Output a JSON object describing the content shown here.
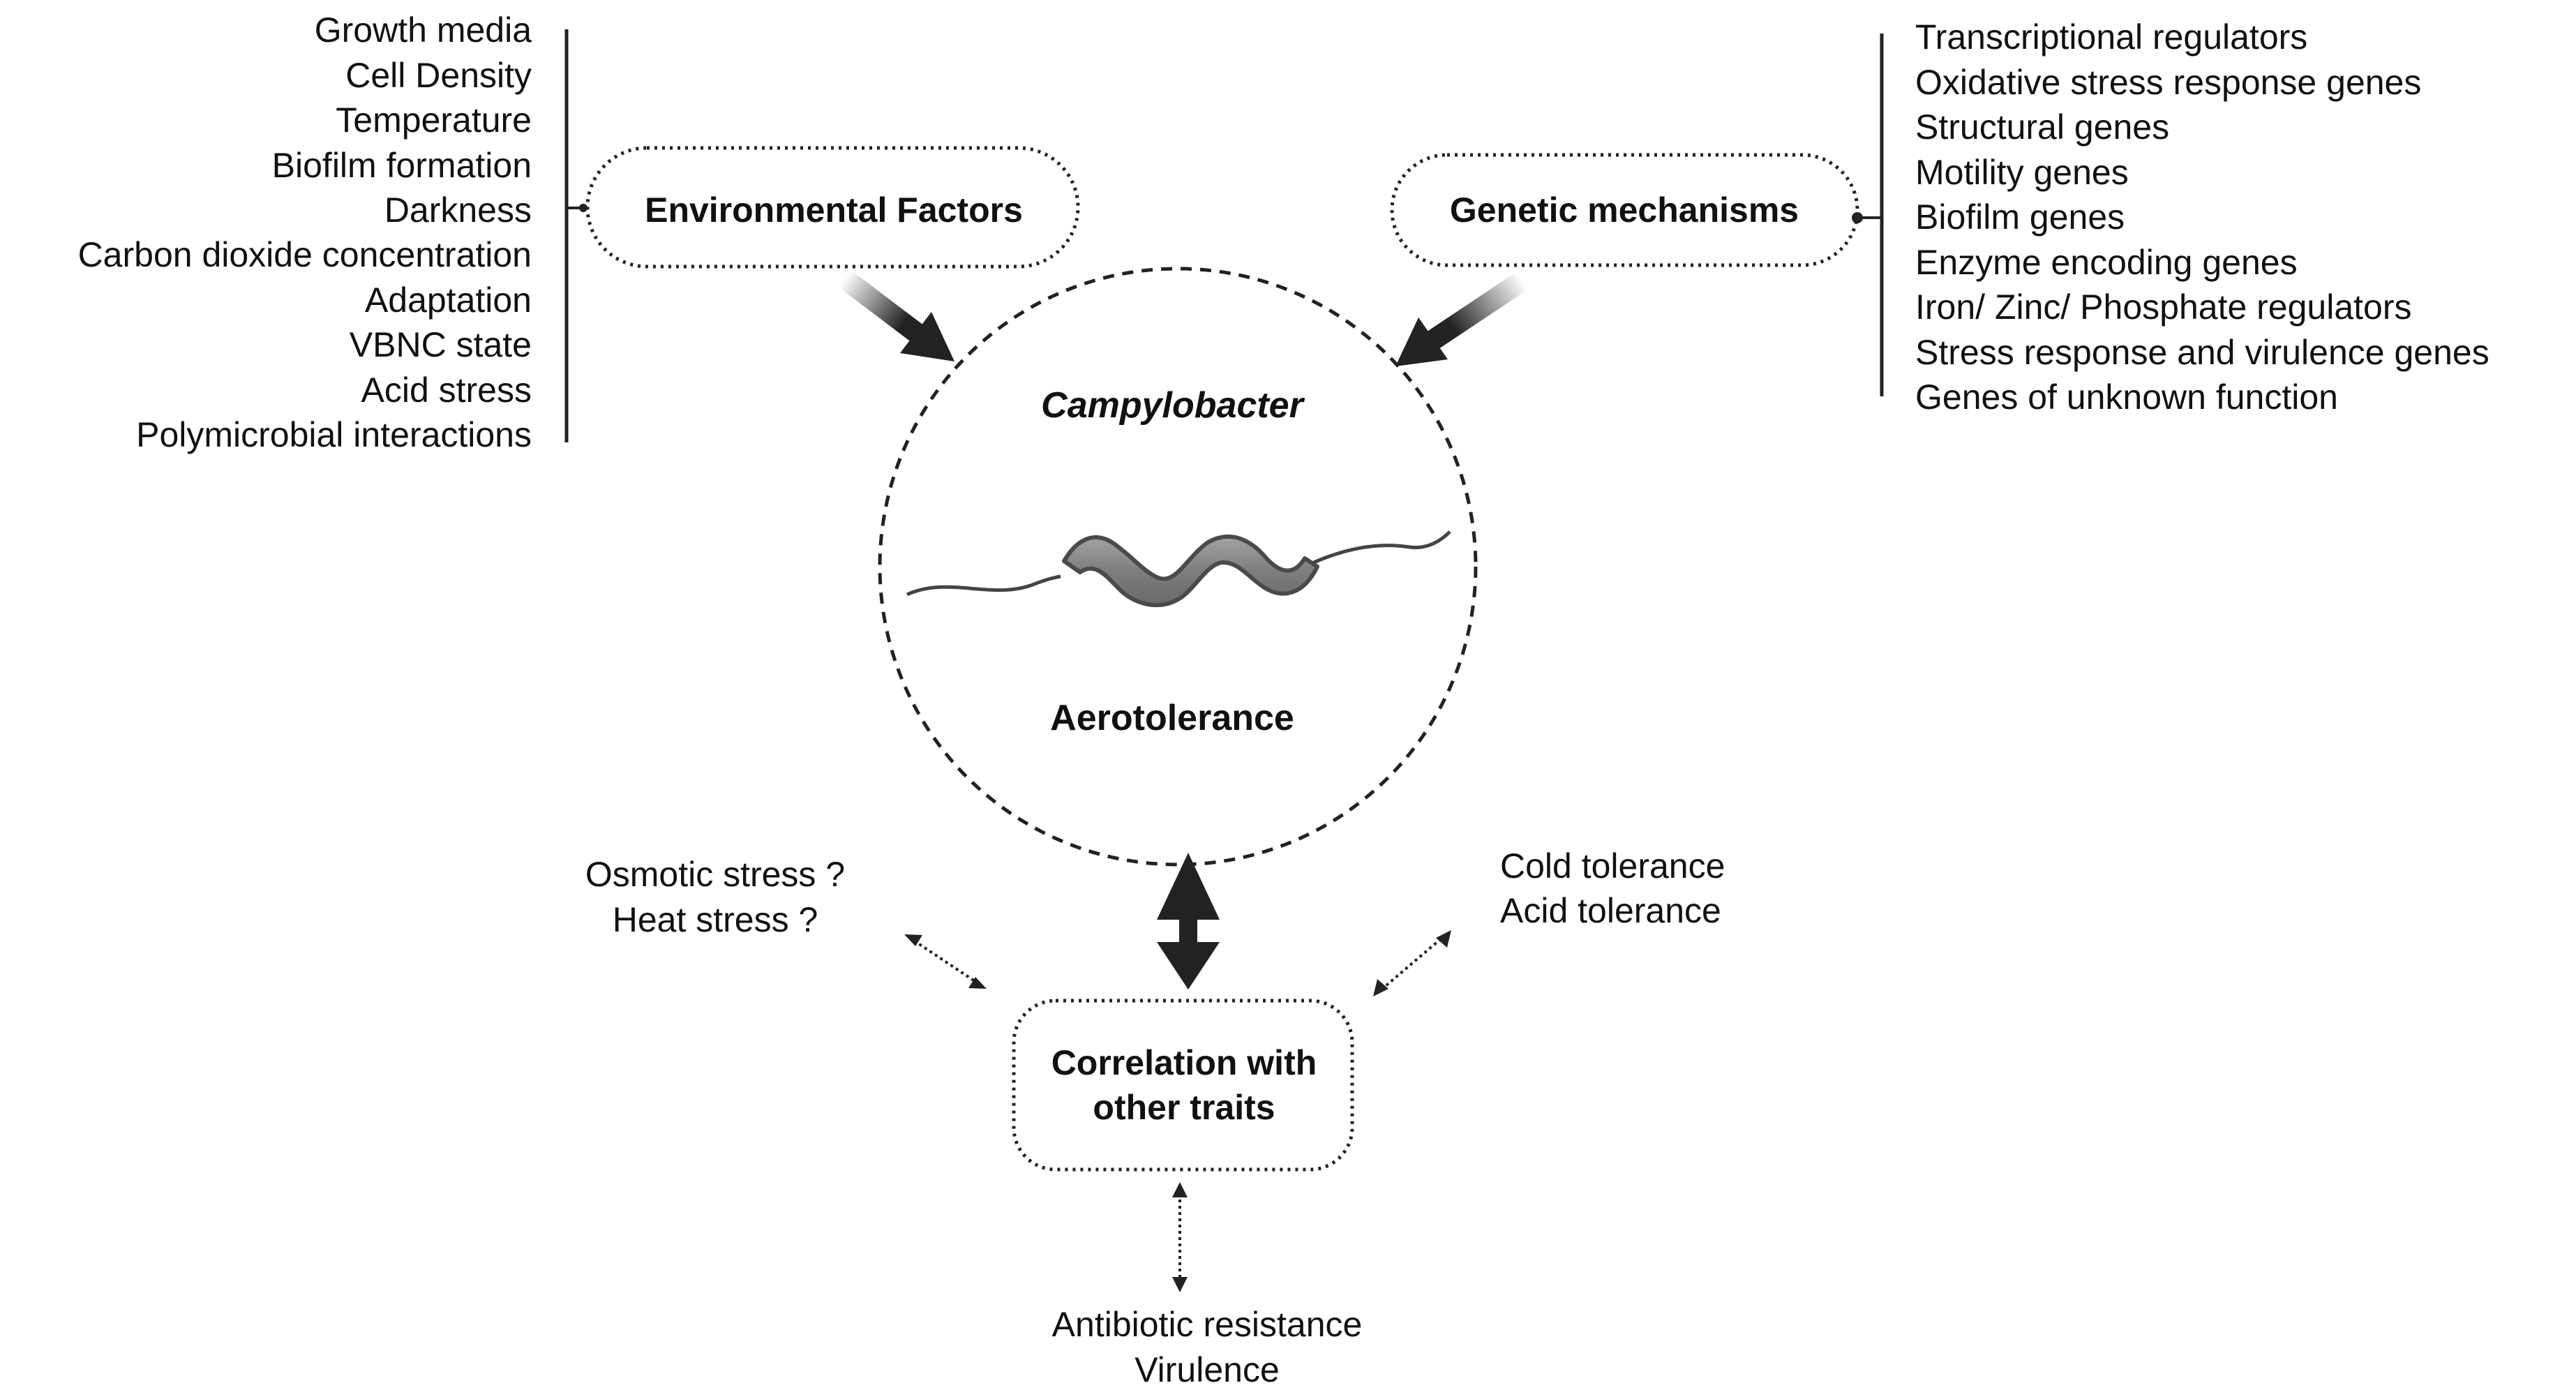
{
  "diagram": {
    "environment": {
      "label": "Environmental Factors",
      "items": [
        "Growth media",
        "Cell Density",
        "Temperature",
        "Biofilm formation",
        "Darkness",
        "Carbon dioxide concentration",
        "Adaptation",
        "VBNC state",
        "Acid stress",
        "Polymicrobial interactions"
      ]
    },
    "genetic": {
      "label": "Genetic mechanisms",
      "items": [
        "Transcriptional regulators",
        "Oxidative stress response genes",
        "Structural genes",
        "Motility genes",
        "Biofilm genes",
        "Enzyme encoding genes",
        "Iron/ Zinc/ Phosphate regulators",
        "Stress response and virulence genes",
        "Genes of unknown function"
      ]
    },
    "center": {
      "organism": "Campylobacter",
      "trait": "Aerotolerance"
    },
    "correlation": {
      "label_line1": "Correlation with",
      "label_line2": "other traits"
    },
    "related_traits": {
      "left": [
        "Osmotic stress ?",
        "Heat stress ?"
      ],
      "right": [
        "Cold tolerance",
        "Acid tolerance"
      ],
      "bottom": [
        "Antibiotic resistance",
        "Virulence"
      ]
    },
    "colors": {
      "text": "#111111",
      "line": "#222222",
      "bacterium_fill": "#8a8a8a",
      "bacterium_stroke": "#4a4a4a"
    }
  }
}
